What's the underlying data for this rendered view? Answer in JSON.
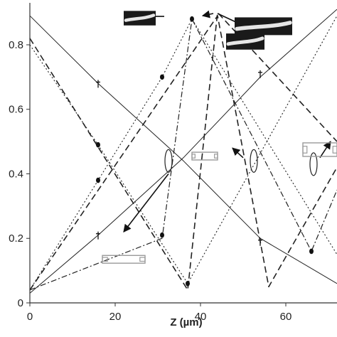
{
  "chart_data": {
    "type": "line",
    "title": "",
    "xlabel": "Z (µm)",
    "ylabel": "",
    "xlim": [
      0,
      72
    ],
    "ylim": [
      0,
      0.93
    ],
    "x_ticks": [
      0,
      20,
      40,
      60
    ],
    "y_ticks": [
      0,
      0.2,
      0.4,
      0.6,
      0.8
    ],
    "x_tick_labels": [
      "0",
      "20",
      "40",
      "60"
    ],
    "y_tick_labels": [
      "0",
      "0.2",
      "0.4",
      "0.6",
      "0.8"
    ],
    "grid": false,
    "legend": "none",
    "series": [
      {
        "style": "solid",
        "marker": "dagger",
        "points": [
          [
            0,
            0.89
          ],
          [
            16,
            0.68
          ],
          [
            36,
            0.44
          ],
          [
            54,
            0.2
          ],
          [
            72,
            0.06
          ]
        ],
        "markers_at": [
          [
            16,
            0.68
          ],
          [
            54,
            0.19
          ]
        ]
      },
      {
        "style": "solid",
        "marker": "dagger",
        "points": [
          [
            0,
            0.03
          ],
          [
            16,
            0.21
          ],
          [
            36,
            0.45
          ],
          [
            54,
            0.7
          ],
          [
            72,
            0.91
          ]
        ],
        "markers_at": [
          [
            16,
            0.21
          ],
          [
            54,
            0.71
          ]
        ]
      },
      {
        "style": "dashed",
        "marker": "none",
        "points": [
          [
            0,
            0.82
          ],
          [
            37,
            0.04
          ],
          [
            44,
            0.9
          ],
          [
            72,
            0.5
          ]
        ]
      },
      {
        "style": "dashed",
        "marker": "none",
        "points": [
          [
            0,
            0.04
          ],
          [
            44,
            0.89
          ],
          [
            56,
            0.05
          ],
          [
            72,
            0.42
          ]
        ]
      },
      {
        "style": "dotted",
        "marker": "dot",
        "points": [
          [
            0,
            0.8
          ],
          [
            16,
            0.49
          ],
          [
            37,
            0.06
          ],
          [
            72,
            0.89
          ]
        ],
        "markers_at": [
          [
            16,
            0.49
          ],
          [
            37,
            0.06
          ]
        ]
      },
      {
        "style": "dotted",
        "marker": "dot",
        "points": [
          [
            0,
            0.04
          ],
          [
            16,
            0.38
          ],
          [
            31,
            0.7
          ],
          [
            38,
            0.88
          ],
          [
            72,
            0.15
          ]
        ],
        "markers_at": [
          [
            16,
            0.38
          ],
          [
            31,
            0.7
          ],
          [
            38,
            0.88
          ]
        ]
      },
      {
        "style": "dashdot",
        "marker": "dot",
        "points": [
          [
            0,
            0.04
          ],
          [
            31,
            0.2
          ],
          [
            38,
            0.88
          ],
          [
            66,
            0.16
          ],
          [
            72,
            0.35
          ]
        ],
        "markers_at": [
          [
            31,
            0.21
          ],
          [
            66,
            0.16
          ]
        ]
      }
    ],
    "ellipses": [
      [
        32.5,
        0.44
      ],
      [
        52.5,
        0.44
      ],
      [
        66.5,
        0.43
      ]
    ],
    "arrows": [
      {
        "from": [
          32.5,
          0.4
        ],
        "to": [
          22,
          0.22
        ]
      },
      {
        "from": [
          50,
          0.45
        ],
        "to": [
          47.5,
          0.48
        ]
      },
      {
        "from": [
          68,
          0.45
        ],
        "to": [
          70.5,
          0.5
        ]
      },
      {
        "from": [
          31.5,
          0.888
        ],
        "to": [
          26,
          0.888
        ]
      },
      {
        "from": [
          43,
          0.897
        ],
        "to": [
          40.5,
          0.89
        ]
      },
      {
        "from": [
          44,
          0.897
        ],
        "to": [
          50,
          0.86
        ]
      }
    ],
    "inset_images": [
      {
        "kind": "fiber-photo",
        "x": 22,
        "y": 0.905,
        "w": 7.5,
        "h": 0.045
      },
      {
        "kind": "fiber-photo",
        "x": 48,
        "y": 0.885,
        "w": 13.5,
        "h": 0.055
      },
      {
        "kind": "fiber-photo",
        "x": 46,
        "y": 0.835,
        "w": 9,
        "h": 0.05
      },
      {
        "kind": "taper-sketch",
        "x": 17,
        "y": 0.155,
        "w": 10,
        "h": 0.04
      },
      {
        "kind": "taper-sketch-small",
        "x": 38,
        "y": 0.475,
        "w": 6,
        "h": 0.04
      },
      {
        "kind": "taper-sketch-curved",
        "x": 64,
        "y": 0.51,
        "w": 8,
        "h": 0.07
      }
    ]
  }
}
